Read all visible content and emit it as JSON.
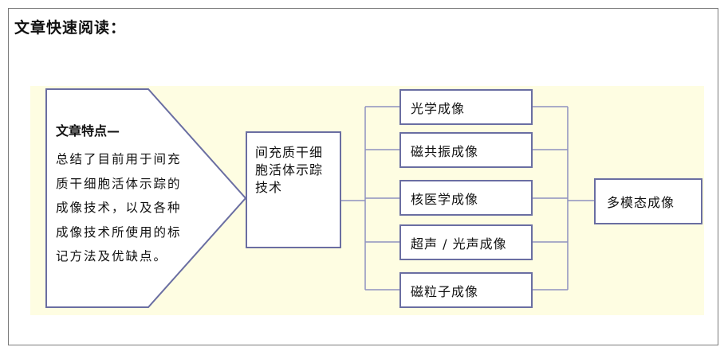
{
  "heading": "文章快速阅读：",
  "feature": {
    "title": "文章特点—",
    "body": "总结了目前用于间充质干细胞活体示踪的成像技术，以及各种成像技术所使用的标记方法及优缺点。"
  },
  "center": "间充质干细胞活体示踪技术",
  "modalities": [
    "光学成像",
    "磁共振成像",
    "核医学成像",
    "超声 / 光声成像",
    "磁粒子成像"
  ],
  "result": "多模态成像",
  "colors": {
    "panel": "#fefde2",
    "box_border": "#6a6ea2",
    "connector": "#8d92c0"
  }
}
